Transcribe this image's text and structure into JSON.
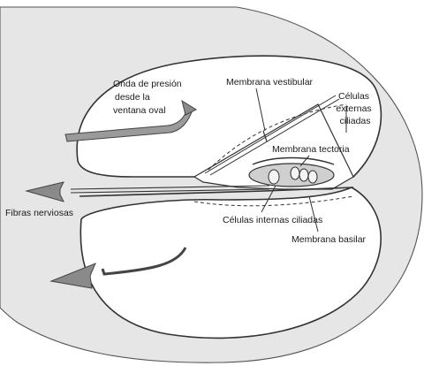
{
  "labels": {
    "pressure_wave": [
      "Onda de presión",
      "desde la",
      "ventana oval"
    ],
    "vestibular_membrane": "Membrana vestibular",
    "outer_hair_cells": [
      "Células",
      "externas",
      "ciliadas"
    ],
    "tectorial_membrane": "Membrana tectoria",
    "nerve_fibers": "Fibras nerviosas",
    "inner_hair_cells": "Células internas ciliadas",
    "basilar_membrane": "Membrana basilar"
  },
  "colors": {
    "shell": "#e6e6e6",
    "line": "#333333",
    "arrow": "#8a8a8a"
  }
}
